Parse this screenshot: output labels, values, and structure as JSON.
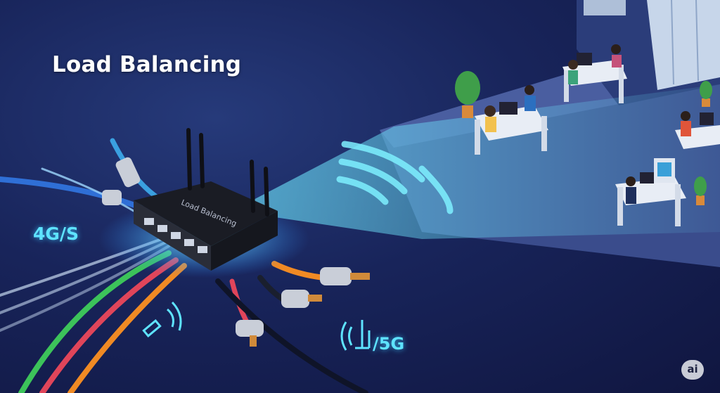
{
  "headline": "Load Balancing",
  "router": {
    "label": "Load Balancing"
  },
  "labels": {
    "left_network": "4G/S",
    "right_network": "/5G"
  },
  "badge": "ai",
  "colors": {
    "background": "#18245a",
    "glow": "#5ee3ff",
    "cable_blue": "#2f6fd6",
    "cable_green": "#3cc35a",
    "cable_red": "#e0455a",
    "cable_orange": "#f08a24"
  },
  "icons": [
    "satellite-icon",
    "cell-tower-icon",
    "wifi-waves-icon"
  ]
}
